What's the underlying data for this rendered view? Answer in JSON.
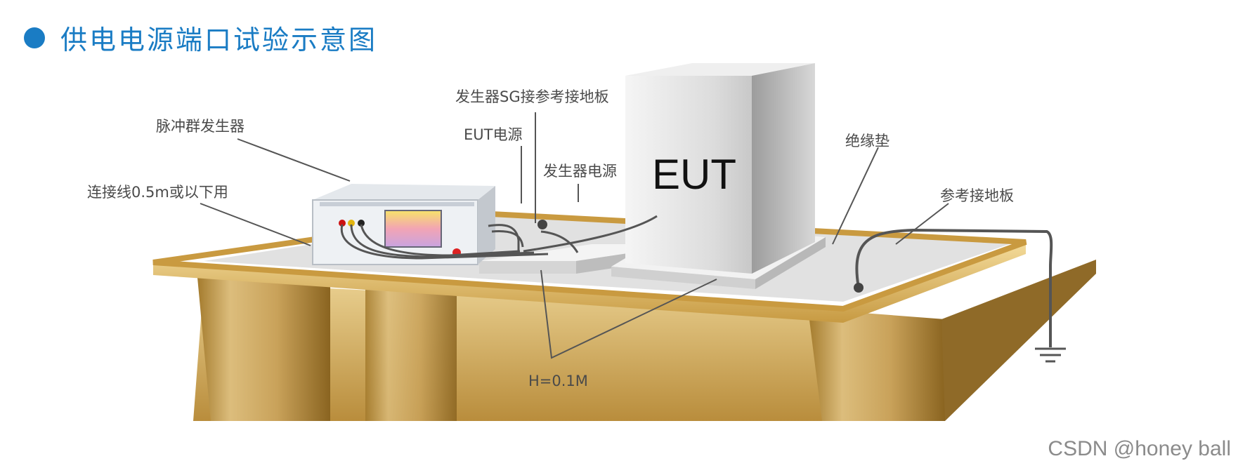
{
  "header": {
    "title": "供电电源端口试验示意图"
  },
  "labels": {
    "pulse_generator": "脉冲群发生器",
    "connection_cable": "连接线0.5m或以下用",
    "generator_sg_ground": "发生器SG接参考接地板",
    "eut_power": "EUT电源",
    "generator_power": "发生器电源",
    "eut": "EUT",
    "insulation_pad": "绝缘垫",
    "reference_ground_plane": "参考接地板",
    "height": "H=0.1M"
  },
  "watermark": "CSDN @honey ball",
  "colors": {
    "title_blue": "#1a7cc4",
    "table_gold": "#c9a25a",
    "label_gray": "#4a4a4a"
  }
}
